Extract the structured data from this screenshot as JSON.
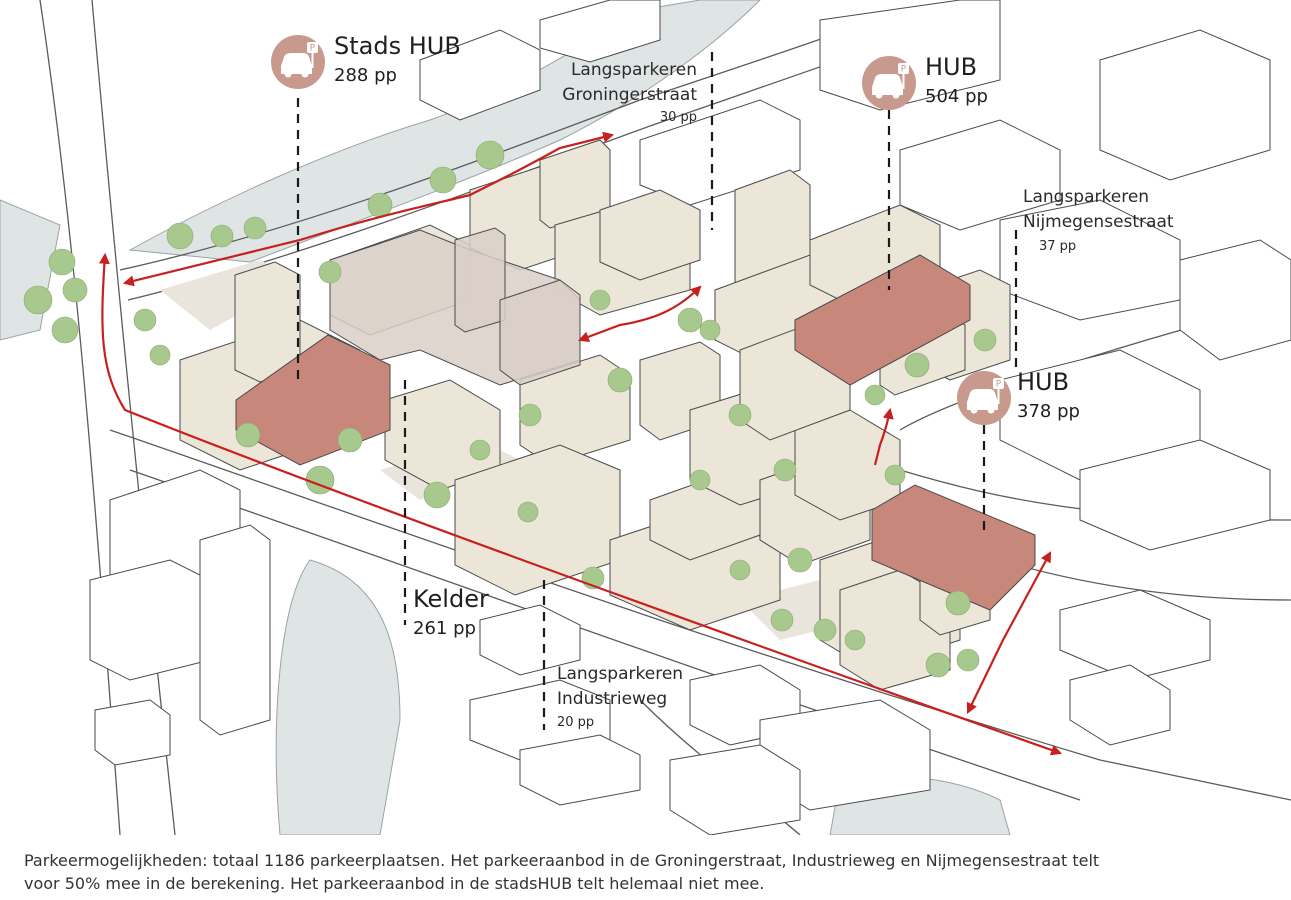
{
  "colors": {
    "route": "#c8201f",
    "hub_icon": "#c89a8e",
    "hub_building": "#c8877b",
    "building": "#ece6d9",
    "existing_building": "#ffffff",
    "water": "#dfe5e5",
    "tree": "#a8c98d",
    "outline": "#4a4a4a"
  },
  "labels": {
    "stads_hub": {
      "title": "Stads HUB",
      "capacity": "288 pp",
      "icon": "parking-car-icon"
    },
    "hub_north": {
      "title": "HUB",
      "capacity": "504 pp",
      "icon": "parking-car-icon"
    },
    "hub_east": {
      "title": "HUB",
      "capacity": "378 pp",
      "icon": "parking-car-icon"
    },
    "kelder": {
      "title": "Kelder",
      "capacity": "261 pp"
    },
    "groningerstraat": {
      "line1": "Langsparkeren",
      "line2": "Groningerstraat",
      "capacity": "30 pp"
    },
    "nijmegensestraat": {
      "line1": "Langsparkeren",
      "line2": "Nijmegensestraat",
      "capacity": "37 pp"
    },
    "industrieweg": {
      "line1": "Langsparkeren",
      "line2": "Industrieweg",
      "capacity": "20 pp"
    }
  },
  "caption": {
    "line1": "Parkeermogelijkheden: totaal 1186 parkeerplaatsen. Het parkeeraanbod in de Groningerstraat, Industrieweg en Nijmegensestraat telt",
    "line2": "voor 50% mee in de berekening. Het parkeeraanbod in de stadsHUB telt helemaal niet mee."
  }
}
